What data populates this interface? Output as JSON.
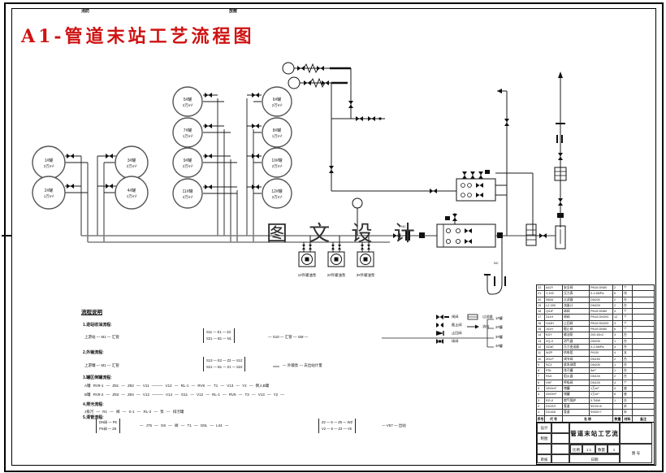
{
  "page": {
    "title_red": "A1-管道末站工艺流程图",
    "watermark": "图 文 设 计",
    "top_labels": [
      "消防",
      "放散"
    ]
  },
  "annotations": {
    "nc": "NC"
  },
  "tanks": [
    {
      "name": "1#罐",
      "cap": "2万m³"
    },
    {
      "name": "2#罐",
      "cap": "1万m³"
    },
    {
      "name": "3#罐",
      "cap": "2万m³"
    },
    {
      "name": "4#罐",
      "cap": "1万m³"
    },
    {
      "name": "5#罐",
      "cap": "2万m³"
    },
    {
      "name": "7#罐",
      "cap": "1万m³"
    },
    {
      "name": "9#罐",
      "cap": "2万m³"
    },
    {
      "name": "11#罐",
      "cap": "2万m³"
    },
    {
      "name": "6#罐",
      "cap": "2万m³"
    },
    {
      "name": "8#罐",
      "cap": "1万m³"
    },
    {
      "name": "10#罐",
      "cap": "2万m³"
    },
    {
      "name": "12#罐",
      "cap": "2万m³"
    }
  ],
  "pumps": [
    "1#外输油泵",
    "2#外输油泵",
    "3#外输油泵"
  ],
  "legend": {
    "items": [
      {
        "label": "闸阀"
      },
      {
        "label": "截止阀"
      },
      {
        "label": "止回阀"
      },
      {
        "label": "球阀"
      },
      {
        "label": "过滤器"
      },
      {
        "label": "流向"
      }
    ]
  },
  "notes": {
    "title": "流程说明",
    "i1_head": "1.进站收油流程:",
    "i1_pre": "上游站 — M1 — 汇管",
    "i1_box": [
      "S11 — E1 — Z2",
      "S21 — B1 — N1"
    ],
    "i1_post": "— S10 — 汇管 — SM —",
    "i1_branches": [
      "1#罐",
      "2#罐",
      "3#罐",
      "4#罐"
    ],
    "i2_head": "2.外输流程:",
    "i2_pre": "上游罐 — M1 — 汇管",
    "i2_box": [
      "S13 — E2 — Z2 — S12",
      "S21 — B1 — Z1 — S22"
    ],
    "i2_post": "— 外输泵 — 去出站计量",
    "i3_head": "3.罐区倒罐流程:",
    "i3_l1": "A罐 RV9-1 — Z81 — Z82 — V11 ——— V12 — RL-1 — RV9 — T1 — V13 — Y2 — 倒入B罐",
    "i3_l2": "B罐 RV9-2 — Z83 — Z84 — V12 ——— V14 — G11 — V12 — RL-1 — RV9 — T3 — V13 — Y2 —",
    "i4_head": "4.排污流程:",
    "i4_l1": "J排污 — R1 — 阀 — S-1 — RL-2 — 泵 — 排污罐",
    "i5_head": "5.清管流程:",
    "i5_box1": [
      "DN球 — P6",
      "FN阀 — Z6"
    ],
    "i5_mid": "— J75 — G6 — 阀 — T1 — G8L — L44 —",
    "i5_box2": [
      "Z2 — 5 — Z5 — WZ",
      "V2 — 6 — Z3 — V5"
    ],
    "i5_post": "— V57 — 出站"
  },
  "bom": {
    "header": [
      "序号",
      "代 号",
      "名  称",
      "数量",
      "材料",
      "备注"
    ],
    "rows": [
      [
        "22",
        "A42Y",
        "安全阀",
        "PN16 DN50",
        "2",
        "个"
      ],
      [
        "21",
        "Y-100",
        "压力表",
        "0-1.6MPa",
        "6",
        "块"
      ],
      [
        "20",
        "SB34",
        "过滤器",
        "DN200",
        "2",
        "台"
      ],
      [
        "19",
        "LZ-200",
        "流量计",
        "DN200",
        "2",
        "台"
      ],
      [
        "18",
        "Q41F",
        "球阀",
        "PN16 DN80",
        "4",
        "个"
      ],
      [
        "17",
        "Z41H",
        "闸阀",
        "PN16 DN200",
        "12",
        "个"
      ],
      [
        "16",
        "H44H",
        "止回阀",
        "PN16 DN200",
        "3",
        "个"
      ],
      [
        "15",
        "J41H",
        "截止阀",
        "PN16 DN50",
        "6",
        "个"
      ],
      [
        "14",
        "KDY",
        "输油泵",
        "200-65×2",
        "3",
        "台"
      ],
      [
        "13",
        "XQ-II",
        "消气器",
        "DN200",
        "1",
        "台"
      ],
      [
        "12",
        "GD87",
        "压力变送器",
        "0-2.5MPa",
        "4",
        "台"
      ],
      [
        "11",
        "WZP",
        "热电阻",
        "Pt100",
        "4",
        "支"
      ],
      [
        "10",
        "ZDLP",
        "调节阀",
        "DN150",
        "2",
        "台"
      ],
      [
        "9",
        "SCZ",
        "收发球筒",
        "DN200",
        "1",
        "台"
      ],
      [
        "8",
        "PSL",
        "排污罐",
        "5m³",
        "1",
        "台"
      ],
      [
        "7",
        "FAG",
        "阻火器",
        "DN100",
        "2",
        "台"
      ],
      [
        "6",
        "HXF",
        "呼吸阀",
        "DN100",
        "4",
        "个"
      ],
      [
        "5",
        "1000m³",
        "储罐",
        "1万m³",
        "4",
        "座"
      ],
      [
        "4",
        "2000m³",
        "储罐",
        "2万m³",
        "8",
        "座"
      ],
      [
        "3",
        "RG-II",
        "燃气锅炉",
        "0.7MW",
        "1",
        "台"
      ],
      [
        "2",
        "DG219",
        "管道",
        "Φ219×6",
        "",
        "米"
      ],
      [
        "1",
        "DG426",
        "管道",
        "Φ426×7",
        "",
        "米"
      ]
    ]
  },
  "titleblock": {
    "title": "管道末站工艺流程图",
    "design_label": "设计",
    "draw_label": "制图",
    "check_label": "审核",
    "scale_label": "比例",
    "scale_value": "1:1",
    "qty_label": "数量",
    "qty_value": "1",
    "date_label": "日期",
    "sheet_label": "图 号"
  }
}
